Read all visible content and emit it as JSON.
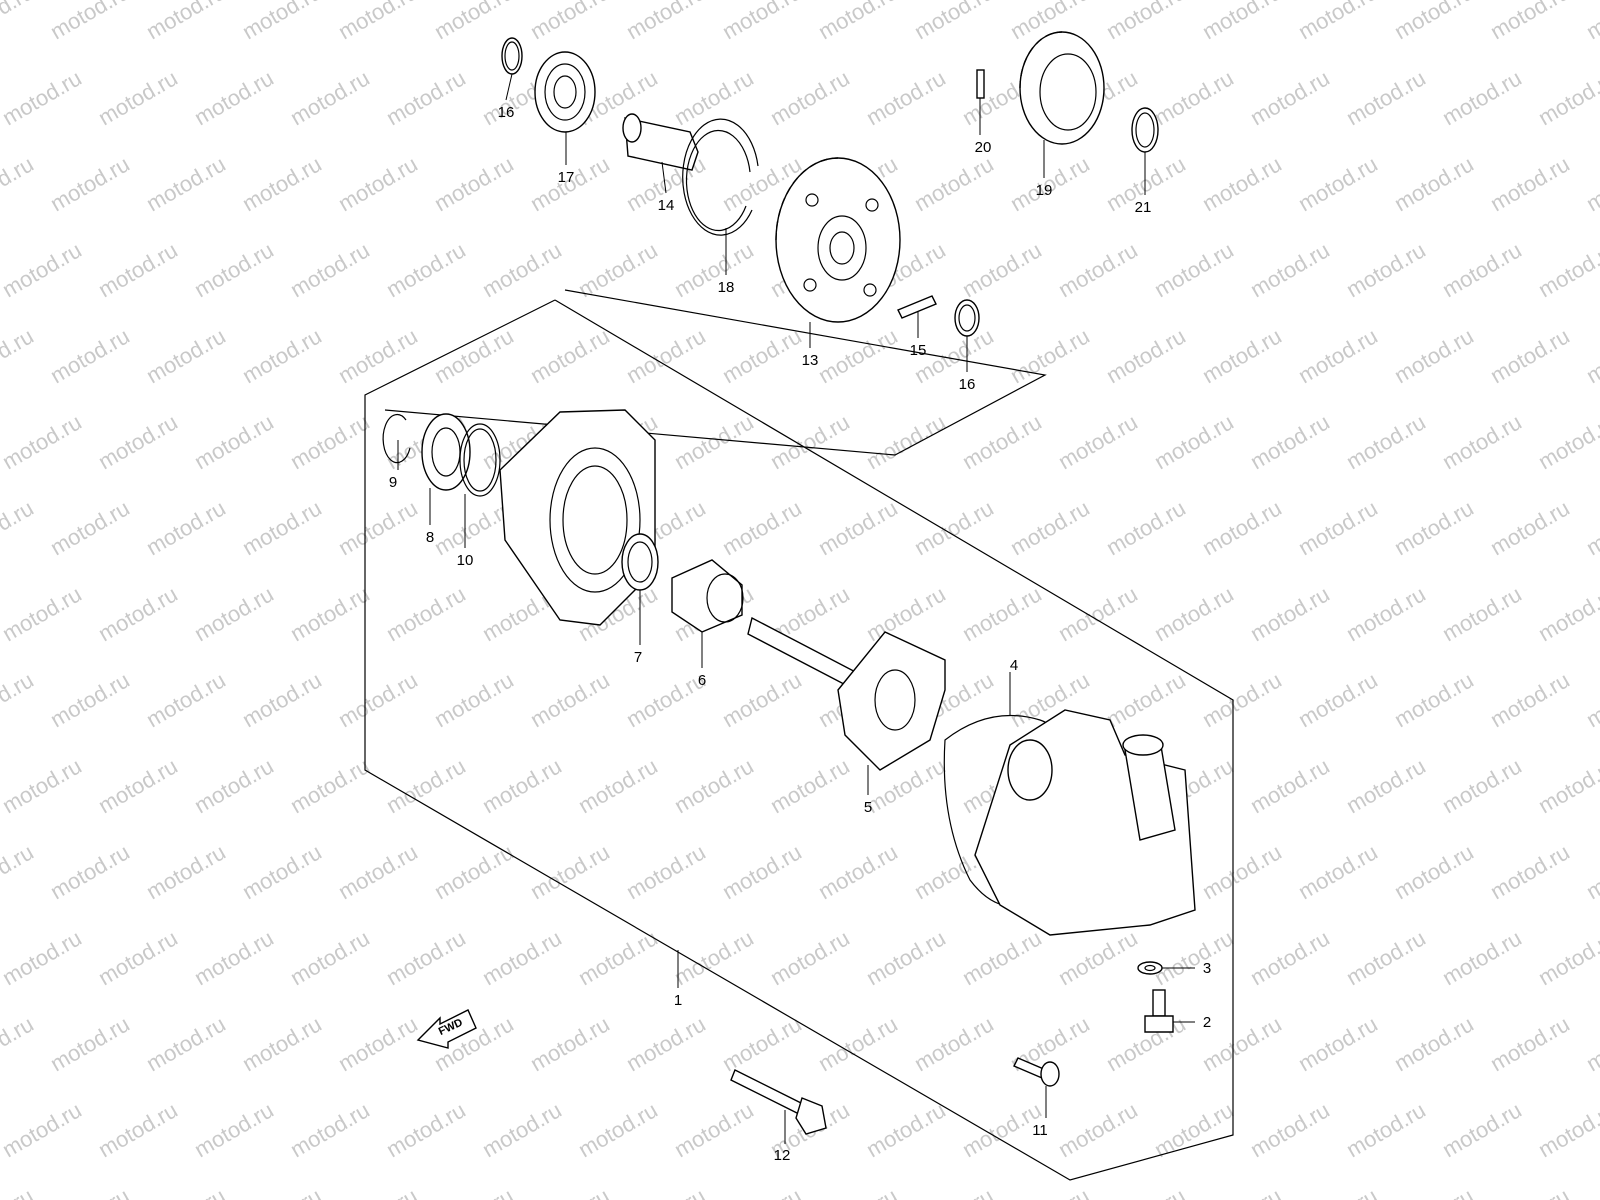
{
  "watermark": "motod.ru",
  "fwd_label": "FWD",
  "part_numbers": {
    "p1": "1",
    "p2": "2",
    "p3": "3",
    "p4": "4",
    "p5": "5",
    "p6": "6",
    "p7": "7",
    "p8": "8",
    "p9": "9",
    "p10": "10",
    "p11": "11",
    "p12": "12",
    "p13": "13",
    "p14": "14",
    "p15": "15",
    "p16a": "16",
    "p16b": "16",
    "p17": "17",
    "p18": "18",
    "p19": "19",
    "p20": "20",
    "p21": "21"
  }
}
